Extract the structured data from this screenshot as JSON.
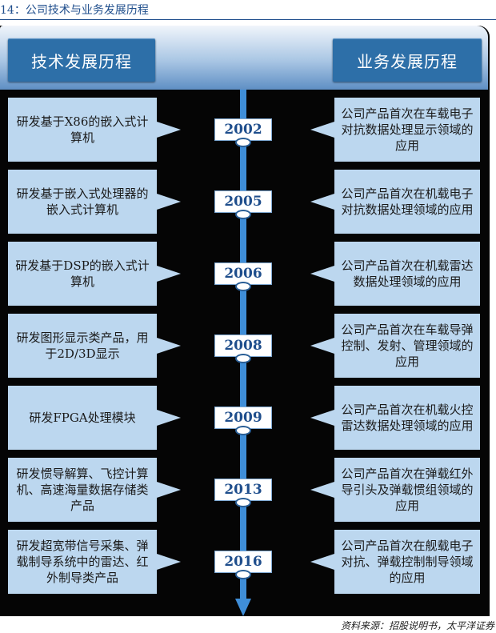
{
  "caption": "14：公司技术与业务发展历程",
  "headers": {
    "left": "技术发展历程",
    "right": "业务发展历程"
  },
  "milestones": [
    {
      "year": "2002",
      "tech": "研发基于X86的嵌入式计算机",
      "business": "公司产品首次在车载电子对抗数据处理显示领域的应用"
    },
    {
      "year": "2005",
      "tech": "研发基于嵌入式处理器的嵌入式计算机",
      "business": "公司产品首次在机载电子对抗数据处理领域的应用"
    },
    {
      "year": "2006",
      "tech": "研发基于DSP的嵌入式计算机",
      "business": "公司产品首次在机载雷达数据处理领域的应用"
    },
    {
      "year": "2008",
      "tech": "研发图形显示类产品，用于2D/3D显示",
      "business": "公司产品首次在车载导弹控制、发射、管理领域的应用"
    },
    {
      "year": "2009",
      "tech": "研发FPGA处理模块",
      "business": "公司产品首次在机载火控雷达数据处理领域的应用"
    },
    {
      "year": "2013",
      "tech": "研发惯导解算、飞控计算机、高速海量数据存储类产品",
      "business": "公司产品首次在弹载红外导引头及弹载惯组领域的应用"
    },
    {
      "year": "2016",
      "tech": "研发超宽带信号采集、弹载制导系统中的雷达、红外制导类产品",
      "business": "公司产品首次在舰载电子对抗、弹载控制制导领域的应用"
    }
  ],
  "source": "资料来源：招股说明书，太平洋证券"
}
